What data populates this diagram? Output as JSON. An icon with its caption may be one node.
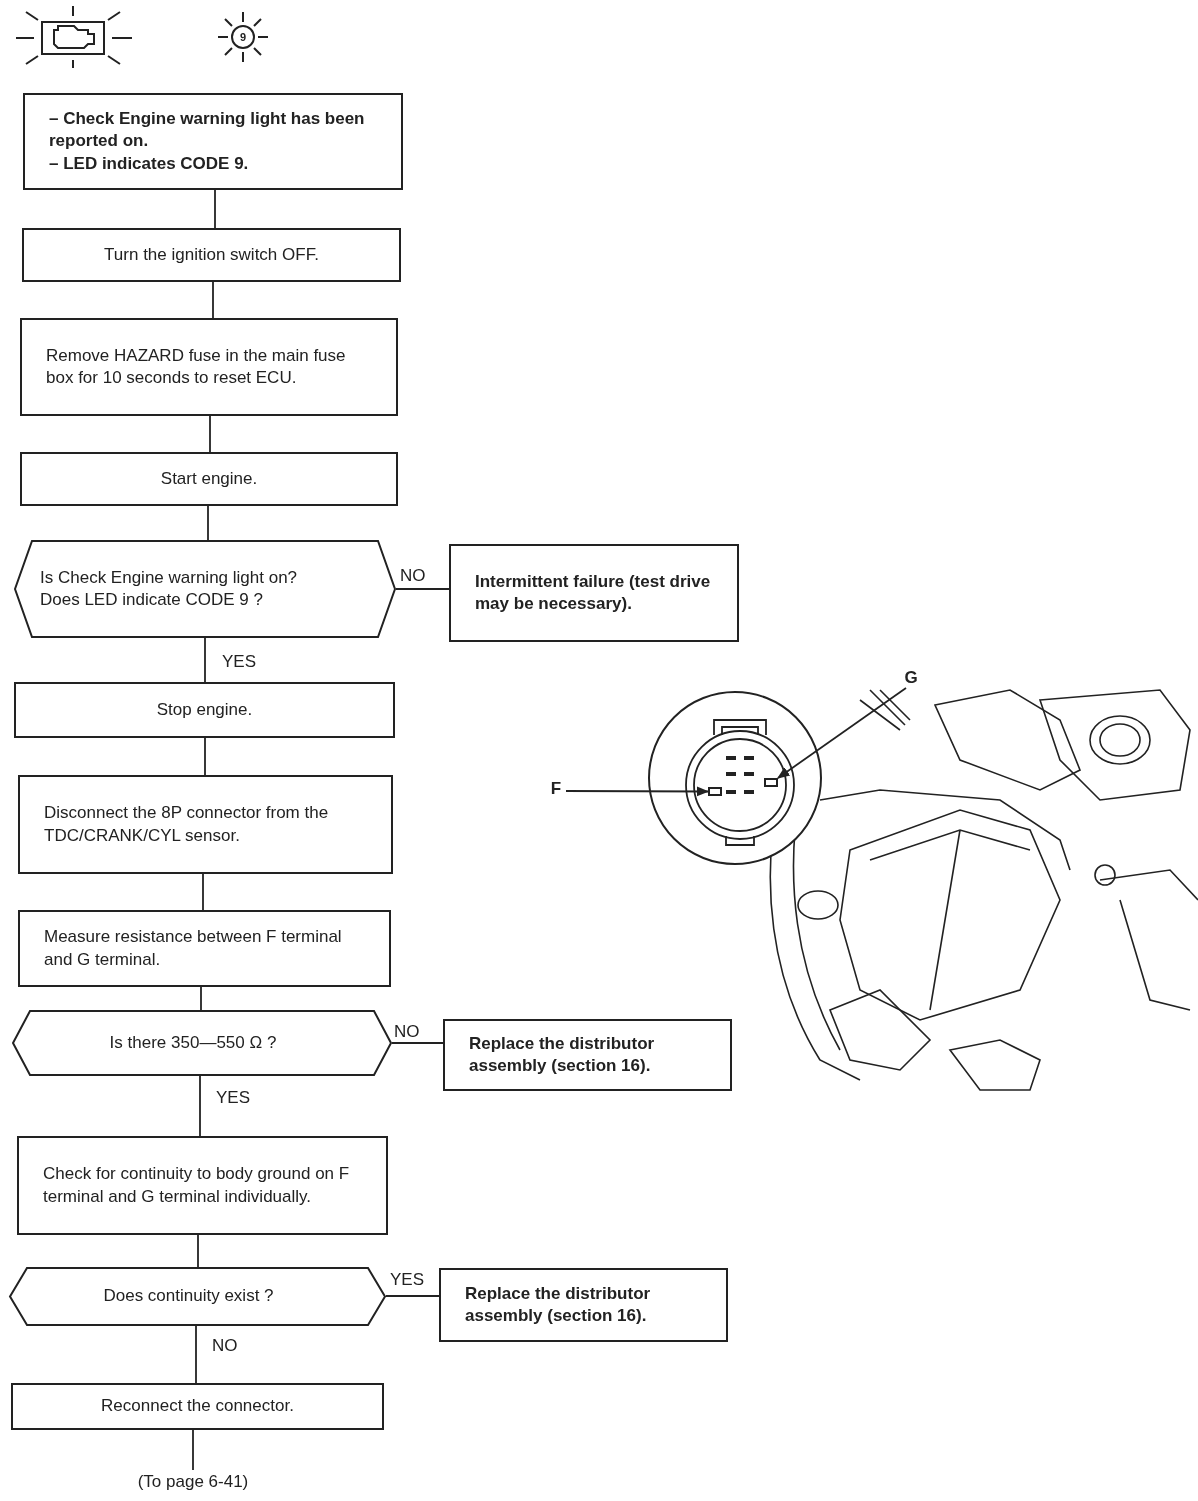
{
  "diagram": {
    "nodes": [
      {
        "text": [
          "– Check Engine warning light has been reported on.",
          "– LED indicates CODE 9."
        ]
      },
      {
        "text": [
          "Turn the ignition switch OFF."
        ]
      },
      {
        "text": [
          "Remove HAZARD fuse in the main fuse box for 10 seconds to reset ECU."
        ]
      },
      {
        "text": [
          "Start engine."
        ]
      },
      {
        "text": [
          "Is Check Engine warning light on?",
          "Does LED indicate CODE 9 ?"
        ]
      },
      {
        "text": [
          "Intermittent failure (test drive may be necessary)."
        ]
      },
      {
        "text": [
          "Stop engine."
        ]
      },
      {
        "text": [
          "Disconnect the 8P connector from the TDC/CRANK/CYL sensor."
        ]
      },
      {
        "text": [
          "Measure resistance between F terminal and G terminal."
        ]
      },
      {
        "text": [
          "Is there 350—550 Ω ?"
        ]
      },
      {
        "text": [
          "Replace the distributor assembly (section 16)."
        ]
      },
      {
        "text": [
          "Check for continuity to body ground on F terminal and G terminal individually."
        ]
      },
      {
        "text": [
          "Does continuity exist ?"
        ]
      },
      {
        "text": [
          "Replace the distributor assembly (section 16)."
        ]
      },
      {
        "text": [
          "Reconnect the connector."
        ]
      },
      {
        "text": [
          "(To page 6-41)"
        ]
      },
      {
        "text": [
          "F"
        ]
      },
      {
        "text": [
          "G"
        ]
      },
      {
        "text": [],
        "shape": "box"
      },
      {
        "text": [],
        "shape": "box"
      }
    ],
    "edges": [
      {
        "from": 0,
        "to": 1,
        "arrow": "none"
      },
      {
        "from": 1,
        "to": 2,
        "arrow": "none"
      },
      {
        "from": 2,
        "to": 3,
        "arrow": "none"
      },
      {
        "from": 3,
        "to": 4,
        "arrow": "none"
      },
      {
        "from": 4,
        "to": 5,
        "arrow": "none",
        "label": "NO"
      },
      {
        "from": 4,
        "to": 6,
        "arrow": "none",
        "label": "YES"
      },
      {
        "from": 6,
        "to": 7,
        "arrow": "none"
      },
      {
        "from": 7,
        "to": 8,
        "arrow": "none"
      },
      {
        "from": 8,
        "to": 9,
        "arrow": "none"
      },
      {
        "from": 9,
        "to": 10,
        "arrow": "none",
        "label": "NO"
      },
      {
        "from": 9,
        "to": 11,
        "arrow": "none",
        "label": "YES"
      },
      {
        "from": 11,
        "to": 12,
        "arrow": "none"
      },
      {
        "from": 12,
        "to": 13,
        "arrow": "none",
        "label": "YES"
      },
      {
        "from": 12,
        "to": 14,
        "arrow": "none",
        "label": "NO"
      },
      {
        "from": 14,
        "to": 15,
        "arrow": "none"
      },
      {
        "from": 16,
        "to": 18,
        "arrow": "to"
      },
      {
        "from": 17,
        "to": 19,
        "arrow": "to"
      }
    ],
    "labels": [
      "9"
    ]
  }
}
